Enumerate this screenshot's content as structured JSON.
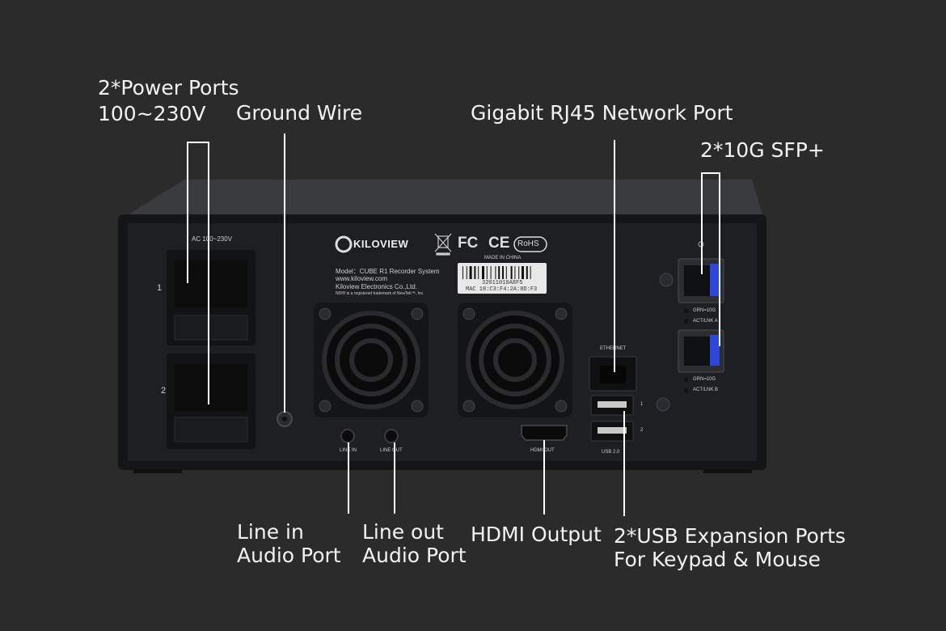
{
  "callouts": {
    "power_line1": "2*Power Ports",
    "power_line2": "100~230V",
    "ground": "Ground Wire",
    "network": "Gigabit RJ45 Network Port",
    "sfp": "2*10G SFP+",
    "line_in_1": "Line in",
    "line_in_2": "Audio Port",
    "line_out_1": "Line out",
    "line_out_2": "Audio Port",
    "hdmi": "HDMI Output",
    "usb_1": "2*USB Expansion Ports",
    "usb_2": "For Keypad & Mouse"
  },
  "panel": {
    "ac_label": "AC 100~230V",
    "power_1": "1",
    "power_2": "2",
    "brand": "KILOVIEW",
    "model": "Model：CUBE R1 Recorder System",
    "website": "www.kiloview.com",
    "company": "Kiloview Electronics Co.,Ltd.",
    "ndi_note": "NDI® is a registered trademark of NewTek™, Inc.",
    "made_in": "MADE IN CHINA",
    "serial": "32011010A8F5",
    "mac": "MAC 18:C3:F4:2A:8D:F3",
    "fc": "FC",
    "ce": "CE",
    "rohs": "RoHS",
    "line_in": "LINE IN",
    "line_out": "LINE OUT",
    "hdmi_out": "HDMI OUT",
    "ethernet": "ETHERNET",
    "usb": "USB 2.0",
    "usb_1": "1",
    "usb_2": "2",
    "sfp_a_1": "GRN=10G",
    "sfp_a_2": "ACT/LNK A",
    "sfp_b_1": "GRN=10G",
    "sfp_b_2": "ACT/LNK B"
  },
  "colors": {
    "background": "#2b2b2c",
    "chassis": "#1c1d20",
    "text": "#f2f2f2",
    "sfp_accent": "#2f47d8"
  }
}
